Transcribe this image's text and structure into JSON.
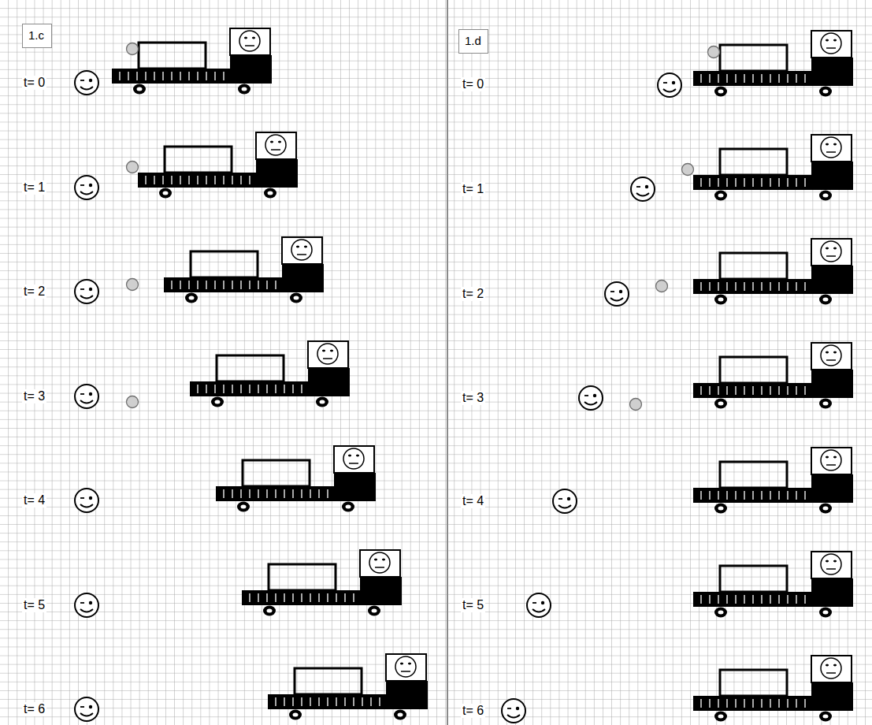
{
  "diagram": {
    "nodes": [
      {
        "text": [
          "1.c"
        ]
      },
      {
        "text": [
          "1.d"
        ]
      }
    ],
    "labels": [
      "t= 0",
      "t= 1",
      "t= 2",
      "t= 3",
      "t= 4",
      "t= 5",
      "t= 6",
      "t= 0",
      "t= 1",
      "t= 2",
      "t= 3",
      "t= 4",
      "t= 5",
      "t= 6"
    ]
  }
}
